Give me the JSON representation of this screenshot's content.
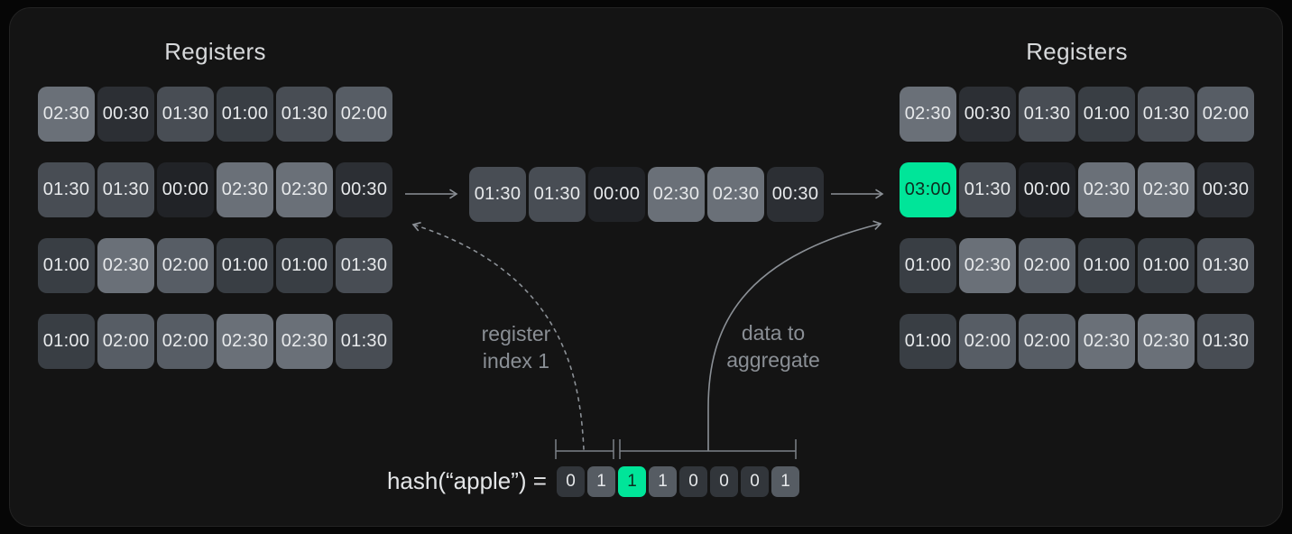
{
  "colors": {
    "page_bg": "#060606",
    "panel_bg": "#141414",
    "panel_border": "#232323",
    "title": "#d7d9db",
    "cell_text": "#e7e9eb",
    "label": "#8a8f95",
    "hash_label": "#e3e5e7",
    "line": "#8b9096",
    "bracket": "#7d8288"
  },
  "left_registers": {
    "title": "Registers",
    "rows": [
      [
        "02:30",
        "00:30",
        "01:30",
        "01:00",
        "01:30",
        "02:00"
      ],
      [
        "01:30",
        "01:30",
        "00:00",
        "02:30",
        "02:30",
        "00:30"
      ],
      [
        "01:00",
        "02:30",
        "02:00",
        "01:00",
        "01:00",
        "01:30"
      ],
      [
        "01:00",
        "02:00",
        "02:00",
        "02:30",
        "02:30",
        "01:30"
      ]
    ]
  },
  "right_registers": {
    "title": "Registers",
    "rows": [
      [
        "02:30",
        "00:30",
        "01:30",
        "01:00",
        "01:30",
        "02:00"
      ],
      [
        "03:00",
        "01:30",
        "00:00",
        "02:30",
        "02:30",
        "00:30"
      ],
      [
        "01:00",
        "02:30",
        "02:00",
        "01:00",
        "01:00",
        "01:30"
      ],
      [
        "01:00",
        "02:00",
        "02:00",
        "02:30",
        "02:30",
        "01:30"
      ]
    ],
    "highlight_cell": {
      "row": 1,
      "col": 0
    }
  },
  "extracted_row": {
    "values": [
      "01:30",
      "01:30",
      "00:00",
      "02:30",
      "02:30",
      "00:30"
    ]
  },
  "value_colors": {
    "00:00": "#212327",
    "00:30": "#2c2f34",
    "01:00": "#393e44",
    "01:30": "#484d54",
    "02:00": "#575d65",
    "02:30": "#6a7078",
    "03:00": "#00e599"
  },
  "highlight": {
    "bg": "#00e599",
    "fg": "#0d2c1f"
  },
  "annotations": {
    "register_index": [
      "register",
      "index 1"
    ],
    "data_to_aggregate": [
      "data to",
      "aggregate"
    ]
  },
  "hash": {
    "label": "hash(“apple”) =",
    "bits": [
      0,
      1,
      1,
      1,
      0,
      0,
      0,
      1
    ],
    "highlight_index": 2,
    "bit0_bg": "#32363b",
    "bit1_bg": "#565c63"
  }
}
